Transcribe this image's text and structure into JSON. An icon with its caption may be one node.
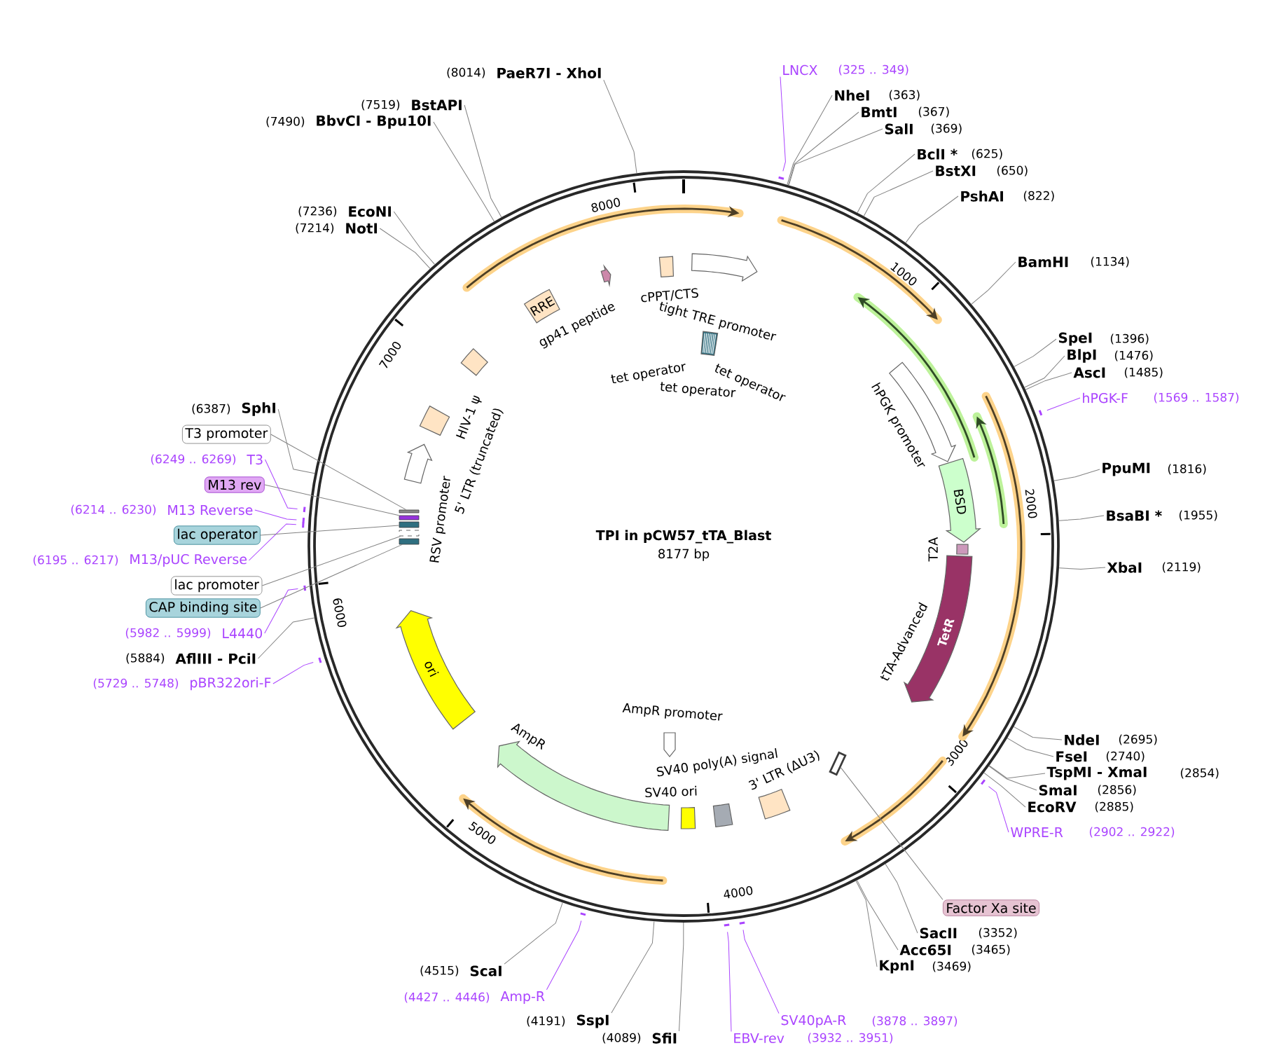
{
  "diagram": {
    "title": "TPI in pCW57_tTA_Blast",
    "nodes": [
      {
        "text": [
          "PaeR7I - XhoI"
        ],
        "beside": [
          "(8014)"
        ]
      },
      {
        "text": [
          "LNCX"
        ],
        "beside": [
          "(325 .. 349)"
        ]
      },
      {
        "text": [
          "NheI"
        ],
        "beside": [
          "(363)"
        ]
      },
      {
        "text": [
          "BmtI"
        ],
        "beside": [
          "(367)"
        ]
      },
      {
        "text": [
          "SalI"
        ],
        "beside": [
          "(369)"
        ]
      },
      {
        "text": [
          "BclI *"
        ],
        "beside": [
          "(625)"
        ]
      },
      {
        "text": [
          "BstXI"
        ],
        "beside": [
          "(650)"
        ]
      },
      {
        "text": [
          "PshAI"
        ],
        "beside": [
          "(822)"
        ]
      },
      {
        "text": [
          "BamHI"
        ],
        "beside": [
          "(1134)"
        ]
      },
      {
        "text": [
          "SpeI"
        ],
        "beside": [
          "(1396)"
        ]
      },
      {
        "text": [
          "BlpI"
        ],
        "beside": [
          "(1476)"
        ]
      },
      {
        "text": [
          "AscI"
        ],
        "beside": [
          "(1485)"
        ]
      },
      {
        "text": [
          "hPGK-F"
        ],
        "beside": [
          "(1569 .. 1587)"
        ]
      },
      {
        "text": [
          "PpuMI"
        ],
        "beside": [
          "(1816)"
        ]
      },
      {
        "text": [
          "BsaBI *"
        ],
        "beside": [
          "(1955)"
        ]
      },
      {
        "text": [
          "XbaI"
        ],
        "beside": [
          "(2119)"
        ]
      },
      {
        "text": [
          "NdeI"
        ],
        "beside": [
          "(2695)"
        ]
      },
      {
        "text": [
          "FseI"
        ],
        "beside": [
          "(2740)"
        ]
      },
      {
        "text": [
          "TspMI - XmaI"
        ],
        "beside": [
          "(2854)"
        ]
      },
      {
        "text": [
          "SmaI"
        ],
        "beside": [
          "(2856)"
        ]
      },
      {
        "text": [
          "EcoRV"
        ],
        "beside": [
          "(2885)"
        ]
      },
      {
        "text": [
          "WPRE-R"
        ],
        "beside": [
          "(2902 .. 2922)"
        ]
      },
      {
        "text": [
          "Factor Xa site"
        ]
      },
      {
        "text": [
          "SacII"
        ],
        "beside": [
          "(3352)"
        ]
      },
      {
        "text": [
          "Acc65I"
        ],
        "beside": [
          "(3465)"
        ]
      },
      {
        "text": [
          "KpnI"
        ],
        "beside": [
          "(3469)"
        ]
      },
      {
        "text": [
          "SV40pA-R"
        ],
        "beside": [
          "(3878 .. 3897)"
        ]
      },
      {
        "text": [
          "EBV-rev"
        ],
        "beside": [
          "(3932 .. 3951)"
        ]
      },
      {
        "text": [
          "SfiI"
        ],
        "beside": [
          "(4089)"
        ]
      },
      {
        "text": [
          "SspI"
        ],
        "beside": [
          "(4191)"
        ]
      },
      {
        "text": [
          "Amp-R"
        ],
        "beside": [
          "(4427 .. 4446)"
        ]
      },
      {
        "text": [
          "ScaI"
        ],
        "beside": [
          "(4515)"
        ]
      },
      {
        "text": [
          "pBR322ori-F"
        ],
        "beside": [
          "(5729 .. 5748)"
        ]
      },
      {
        "text": [
          "AflIII - PciI"
        ],
        "beside": [
          "(5884)"
        ]
      },
      {
        "text": [
          "L4440"
        ],
        "beside": [
          "(5982 .. 5999)"
        ]
      },
      {
        "text": [
          "CAP binding site"
        ]
      },
      {
        "text": [
          "lac promoter"
        ]
      },
      {
        "text": [
          "M13/pUC Reverse"
        ],
        "beside": [
          "(6195 .. 6217)"
        ]
      },
      {
        "text": [
          "lac operator"
        ]
      },
      {
        "text": [
          "M13 Reverse"
        ],
        "beside": [
          "(6214 .. 6230)"
        ]
      },
      {
        "text": [
          "M13 rev"
        ]
      },
      {
        "text": [
          "T3"
        ],
        "beside": [
          "(6249 .. 6269)"
        ]
      },
      {
        "text": [
          "T3 promoter"
        ]
      },
      {
        "text": [
          "SphI"
        ],
        "beside": [
          "(6387)"
        ]
      },
      {
        "text": [
          "NotI"
        ],
        "beside": [
          "(7214)"
        ]
      },
      {
        "text": [
          "EcoNI"
        ],
        "beside": [
          "(7236)"
        ]
      },
      {
        "text": [
          "BbvCI - Bpu10I"
        ],
        "beside": [
          "(7490)"
        ]
      },
      {
        "text": [
          "BstAPI"
        ],
        "beside": [
          "(7519)"
        ]
      },
      {
        "text": [
          "tight TRE promoter"
        ]
      },
      {
        "text": [
          "cPPT/CTS"
        ]
      },
      {
        "text": [
          "tet operator",
          "tet operator",
          "tet operator"
        ]
      },
      {
        "text": [
          "hPGK promoter"
        ]
      },
      {
        "text": [
          "BSD"
        ]
      },
      {
        "text": [
          "T2A"
        ]
      },
      {
        "text": [
          "TetR"
        ],
        "beside": [
          "tTA-Advanced"
        ]
      },
      {
        "text": [
          "AmpR promoter"
        ]
      },
      {
        "text": [
          "3' LTR (ΔU3)"
        ]
      },
      {
        "text": [
          "SV40 poly(A) signal"
        ]
      },
      {
        "text": [
          "SV40 ori"
        ]
      },
      {
        "text": [
          "AmpR"
        ]
      },
      {
        "text": [
          "ori"
        ]
      },
      {
        "text": [
          "RSV promoter"
        ]
      },
      {
        "text": [
          "5' LTR (truncated)"
        ]
      },
      {
        "text": [
          "HIV-1 ψ"
        ]
      },
      {
        "text": [
          "RRE"
        ]
      },
      {
        "text": [
          "gp41 peptide"
        ]
      },
      {
        "text": [],
        "shape": "box"
      },
      {
        "text": [],
        "shape": "box"
      },
      {
        "text": [],
        "shape": "box"
      },
      {
        "text": [],
        "shape": "box"
      },
      {
        "text": [],
        "shape": "box"
      },
      {
        "text": [],
        "shape": "bar"
      }
    ],
    "edges": [
      {
        "from": 0,
        "to": null,
        "arrow": "none"
      },
      {
        "from": 1,
        "to": null,
        "arrow": "none",
        "color": "#aa44ff"
      },
      {
        "from": 2,
        "to": null,
        "arrow": "none"
      },
      {
        "from": 3,
        "to": null,
        "arrow": "none"
      },
      {
        "from": 4,
        "to": null,
        "arrow": "none"
      },
      {
        "from": 5,
        "to": null,
        "arrow": "none"
      },
      {
        "from": 6,
        "to": null,
        "arrow": "none"
      },
      {
        "from": 7,
        "to": null,
        "arrow": "none"
      },
      {
        "from": 8,
        "to": null,
        "arrow": "none"
      },
      {
        "from": 9,
        "to": null,
        "arrow": "none"
      },
      {
        "from": 10,
        "to": null,
        "arrow": "none"
      },
      {
        "from": 11,
        "to": null,
        "arrow": "none"
      },
      {
        "from": 12,
        "to": null,
        "arrow": "none",
        "color": "#aa44ff"
      },
      {
        "from": 13,
        "to": null,
        "arrow": "none"
      },
      {
        "from": 14,
        "to": null,
        "arrow": "none"
      },
      {
        "from": 15,
        "to": null,
        "arrow": "none"
      },
      {
        "from": 16,
        "to": null,
        "arrow": "none"
      },
      {
        "from": 17,
        "to": null,
        "arrow": "none"
      },
      {
        "from": 18,
        "to": null,
        "arrow": "none"
      },
      {
        "from": 19,
        "to": null,
        "arrow": "none"
      },
      {
        "from": 20,
        "to": null,
        "arrow": "none"
      },
      {
        "from": 21,
        "to": null,
        "arrow": "none",
        "color": "#aa44ff"
      },
      {
        "from": 22,
        "to": 71,
        "arrow": "none"
      },
      {
        "from": 23,
        "to": null,
        "arrow": "none"
      },
      {
        "from": 24,
        "to": null,
        "arrow": "none"
      },
      {
        "from": 25,
        "to": null,
        "arrow": "none"
      },
      {
        "from": 26,
        "to": null,
        "arrow": "none",
        "color": "#aa44ff"
      },
      {
        "from": 27,
        "to": null,
        "arrow": "none",
        "color": "#aa44ff"
      },
      {
        "from": 28,
        "to": null,
        "arrow": "none"
      },
      {
        "from": 29,
        "to": null,
        "arrow": "none"
      },
      {
        "from": 30,
        "to": null,
        "arrow": "none",
        "color": "#aa44ff"
      },
      {
        "from": 31,
        "to": null,
        "arrow": "none"
      },
      {
        "from": 32,
        "to": null,
        "arrow": "none",
        "color": "#aa44ff"
      },
      {
        "from": 33,
        "to": null,
        "arrow": "none"
      },
      {
        "from": 34,
        "to": null,
        "arrow": "none",
        "color": "#aa44ff"
      },
      {
        "from": 35,
        "to": 70,
        "arrow": "none"
      },
      {
        "from": 36,
        "to": 69,
        "arrow": "none"
      },
      {
        "from": 37,
        "to": null,
        "arrow": "none",
        "color": "#aa44ff"
      },
      {
        "from": 38,
        "to": 68,
        "arrow": "none"
      },
      {
        "from": 39,
        "to": null,
        "arrow": "none",
        "color": "#aa44ff"
      },
      {
        "from": 40,
        "to": 67,
        "arrow": "none"
      },
      {
        "from": 41,
        "to": null,
        "arrow": "none",
        "color": "#aa44ff"
      },
      {
        "from": 42,
        "to": 66,
        "arrow": "none"
      },
      {
        "from": 43,
        "to": null,
        "arrow": "none"
      },
      {
        "from": 44,
        "to": null,
        "arrow": "none"
      },
      {
        "from": 45,
        "to": null,
        "arrow": "none"
      },
      {
        "from": 46,
        "to": null,
        "arrow": "none"
      },
      {
        "from": 47,
        "to": null,
        "arrow": "none"
      }
    ],
    "labels": [
      "8177 bp",
      "1000",
      "2000",
      "3000",
      "4000",
      "5000",
      "6000",
      "7000",
      "8000"
    ]
  }
}
